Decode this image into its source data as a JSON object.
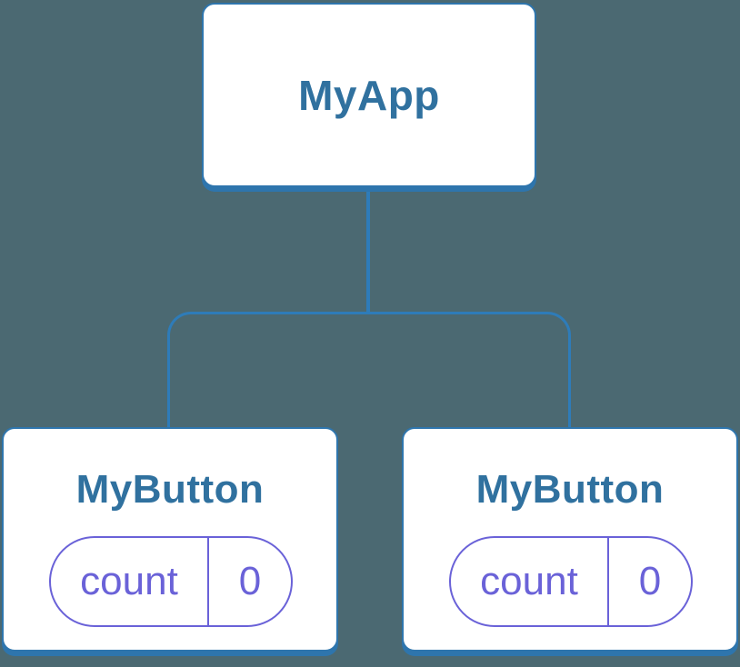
{
  "colors": {
    "background": "#4b6972",
    "connector": "#2e7cb9",
    "node-border": "#2e75ad",
    "node-bg": "#ffffff",
    "node-text": "#30719f",
    "state-accent": "#6a62d8"
  },
  "tree": {
    "root": {
      "label": "MyApp"
    },
    "children": [
      {
        "label": "MyButton",
        "state": {
          "key": "count",
          "value": "0"
        }
      },
      {
        "label": "MyButton",
        "state": {
          "key": "count",
          "value": "0"
        }
      }
    ]
  }
}
